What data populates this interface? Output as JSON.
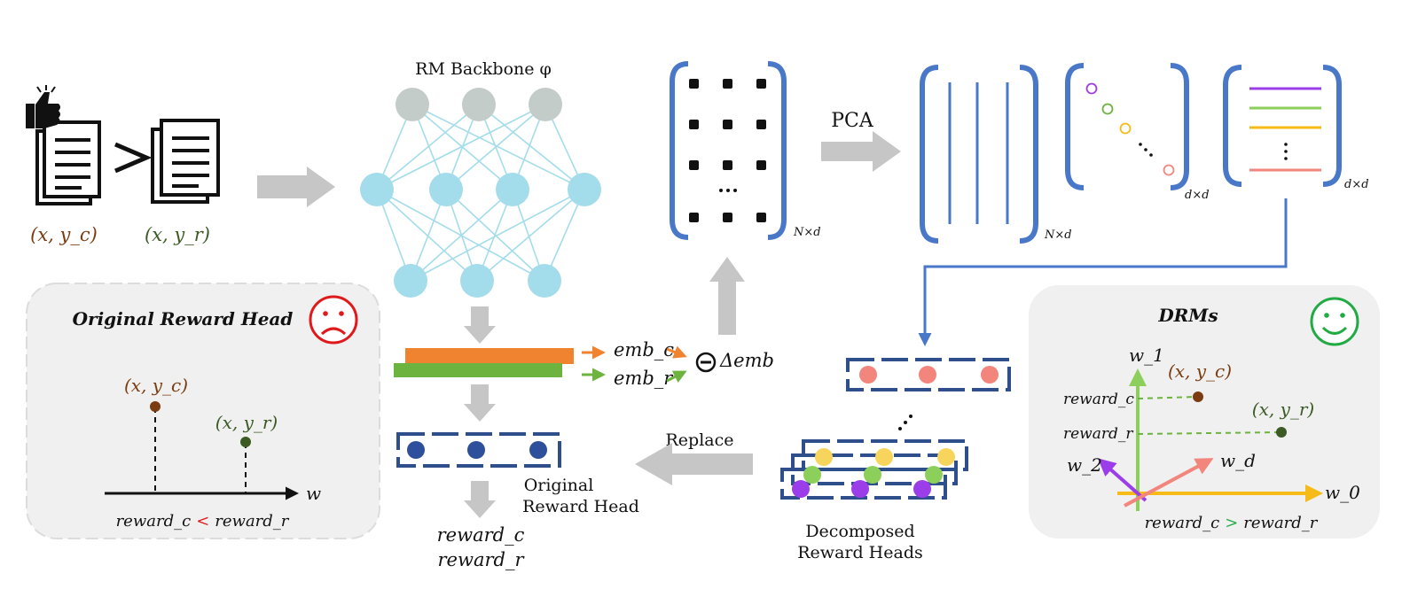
{
  "labels": {
    "pair_chosen": "(x, y_c)",
    "pair_rejected": "(x, y_r)",
    "backbone": "RM Backbone φ",
    "pca": "PCA",
    "dim_nd_1": "N×d",
    "dim_nd_2": "N×d",
    "dim_dd_1": "d×d",
    "dim_dd_2": "d×d",
    "emb_c": "emb_c",
    "emb_r": "emb_r",
    "delta_emb": "Δemb",
    "replace": "Replace",
    "original_head_1": "Original",
    "original_head_2": "Reward Head",
    "decomposed_1": "Decomposed",
    "decomposed_2": "Reward Heads",
    "out_reward_c": "reward_c",
    "out_reward_r": "reward_r"
  },
  "left_panel": {
    "title": "Original Reward Head",
    "point_c": "(x, y_c)",
    "point_r": "(x, y_r)",
    "axis": "w",
    "cmp_left": "reward_c",
    "cmp_op": "<",
    "cmp_right": "reward_r"
  },
  "right_panel": {
    "title": "DRMs",
    "axis_w1": "w_1",
    "axis_w2": "w_2",
    "axis_wd": "w_d",
    "axis_w0": "w_0",
    "point_c": "(x, y_c)",
    "point_r": "(x, y_r)",
    "reward_c": "reward_c",
    "reward_r": "reward_r",
    "cmp_left": "reward_c",
    "cmp_op": ">",
    "cmp_right": "reward_r"
  },
  "colors": {
    "blue_matrix": "#4a78c8",
    "dash_blue": "#2e4f8c",
    "neuron_grey": "#c4ccca",
    "neuron_cyan": "#a3dcea",
    "arrow_grey": "#c6c6c6",
    "orange": "#ef8330",
    "green": "#6cb33f",
    "brown": "#7a3c10",
    "dark_green": "#3b5a24",
    "red": "#e0191b",
    "smile_green": "#22aa44"
  }
}
